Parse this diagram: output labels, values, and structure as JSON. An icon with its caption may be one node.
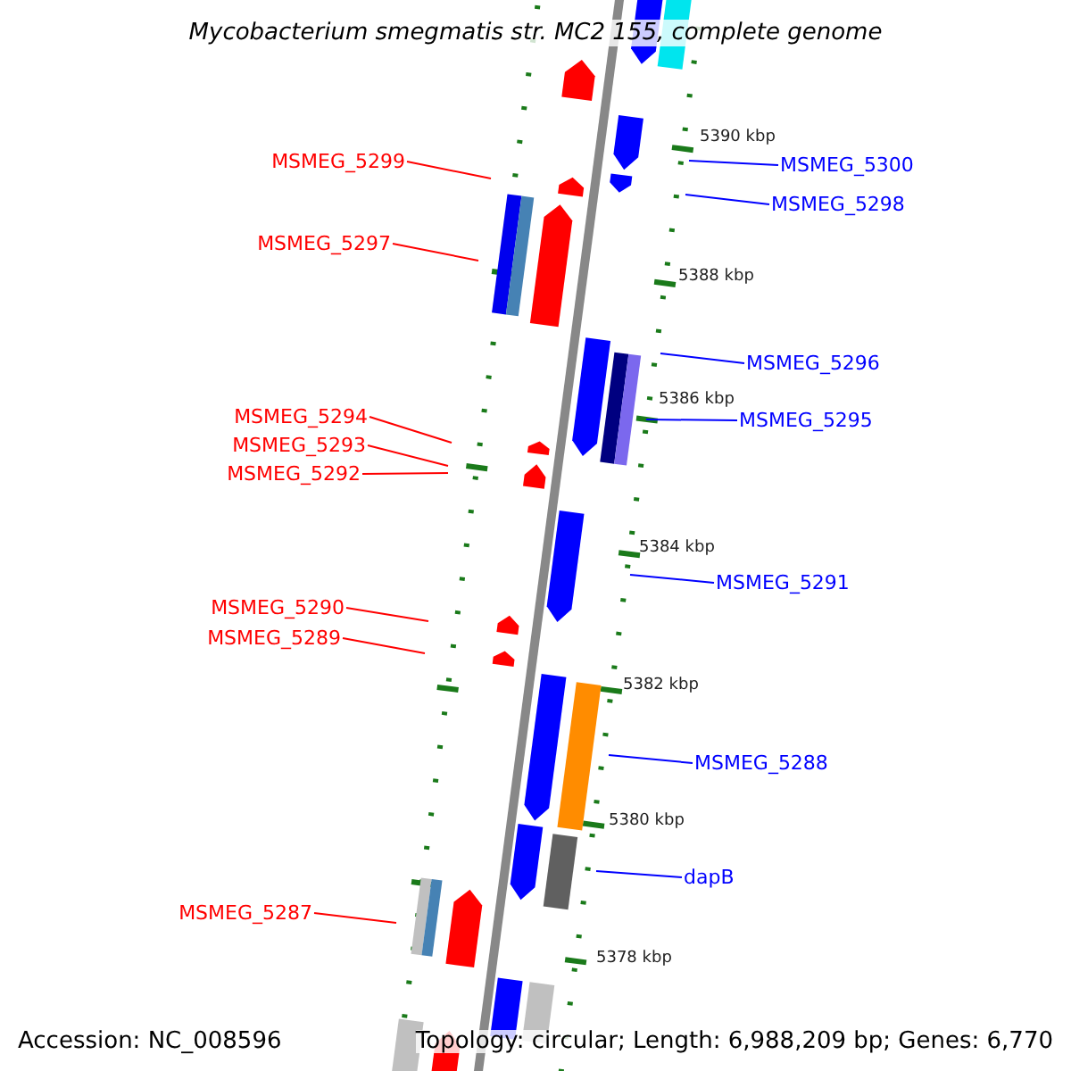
{
  "diagram": {
    "title": "Mycobacterium smegmatis str. MC2 155, complete genome",
    "nodes": [
      {
        "text": [
          "MSMEG_5299"
        ]
      },
      {
        "text": [
          "MSMEG_5297"
        ]
      },
      {
        "text": [
          "MSMEG_5294"
        ]
      },
      {
        "text": [
          "MSMEG_5293"
        ]
      },
      {
        "text": [
          "MSMEG_5292"
        ]
      },
      {
        "text": [
          "MSMEG_5290"
        ]
      },
      {
        "text": [
          "MSMEG_5289"
        ]
      },
      {
        "text": [
          "MSMEG_5287"
        ]
      },
      {
        "text": [
          "MSMEG_5300"
        ]
      },
      {
        "text": [
          "MSMEG_5298"
        ]
      },
      {
        "text": [
          "MSMEG_5296"
        ]
      },
      {
        "text": [
          "MSMEG_5295"
        ]
      },
      {
        "text": [
          "MSMEG_5291"
        ]
      },
      {
        "text": [
          "MSMEG_5288"
        ]
      },
      {
        "text": [
          "dapB"
        ]
      }
    ],
    "edges": [
      {
        "from": 0,
        "to": null,
        "arrow": "none"
      },
      {
        "from": 1,
        "to": null,
        "arrow": "none"
      },
      {
        "from": 2,
        "to": null,
        "arrow": "none"
      },
      {
        "from": 3,
        "to": null,
        "arrow": "none"
      },
      {
        "from": 4,
        "to": null,
        "arrow": "none"
      },
      {
        "from": 5,
        "to": null,
        "arrow": "none"
      },
      {
        "from": 6,
        "to": null,
        "arrow": "none"
      },
      {
        "from": 7,
        "to": null,
        "arrow": "none"
      },
      {
        "from": 8,
        "to": null,
        "arrow": "none",
        "color": "#0000ff"
      },
      {
        "from": 9,
        "to": null,
        "arrow": "none",
        "color": "#0000ff"
      },
      {
        "from": 10,
        "to": null,
        "arrow": "none",
        "color": "#0000ff"
      },
      {
        "from": 11,
        "to": null,
        "arrow": "none",
        "color": "#0000ff"
      },
      {
        "from": 12,
        "to": null,
        "arrow": "none",
        "color": "#0000ff"
      },
      {
        "from": 13,
        "to": null,
        "arrow": "none",
        "color": "#0000ff"
      },
      {
        "from": 14,
        "to": null,
        "arrow": "none",
        "color": "#0000ff"
      }
    ],
    "labels": [
      "5390 kbp",
      "5388 kbp",
      "5386 kbp",
      "5384 kbp",
      "5382 kbp",
      "5380 kbp",
      "5378 kbp",
      "Accession: NC_008596",
      "Topology: circular; Length: 6,988,209 bp; Genes: 6,770"
    ]
  }
}
